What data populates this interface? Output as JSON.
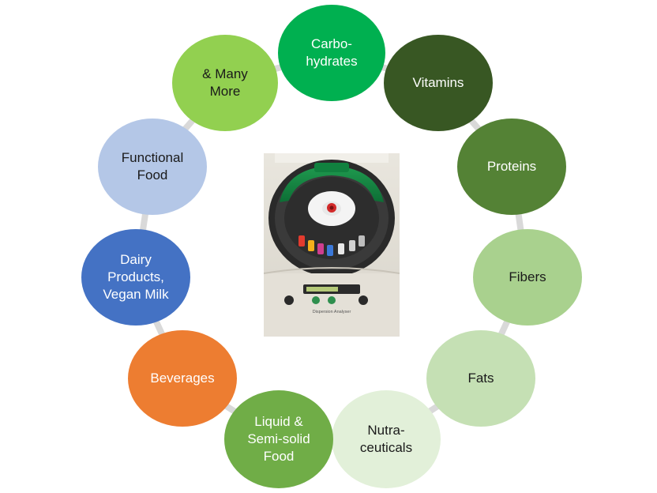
{
  "diagram": {
    "center_image": {
      "name": "dispersion-analyser-photo",
      "panel_label": "Dispersion Analyser"
    },
    "nodes": [
      {
        "id": "carbohydrates",
        "label": "Carbo-\nhydrates",
        "color": "#00B050",
        "text_color": "#ffffff"
      },
      {
        "id": "vitamins",
        "label": "Vitamins",
        "color": "#385723",
        "text_color": "#ffffff"
      },
      {
        "id": "proteins",
        "label": "Proteins",
        "color": "#548235",
        "text_color": "#ffffff"
      },
      {
        "id": "fibers",
        "label": "Fibers",
        "color": "#A9D18E",
        "text_color": "#1a1a1a"
      },
      {
        "id": "fats",
        "label": "Fats",
        "color": "#C5E0B4",
        "text_color": "#1a1a1a"
      },
      {
        "id": "nutraceuticals",
        "label": "Nutra-\nceuticals",
        "color": "#E2F0D9",
        "text_color": "#1a1a1a"
      },
      {
        "id": "liquid-food",
        "label": "Liquid &\nSemi-solid\nFood",
        "color": "#70AD47",
        "text_color": "#ffffff"
      },
      {
        "id": "beverages",
        "label": "Beverages",
        "color": "#ED7D31",
        "text_color": "#ffffff"
      },
      {
        "id": "dairy",
        "label": "Dairy\nProducts,\nVegan Milk",
        "color": "#4472C4",
        "text_color": "#ffffff"
      },
      {
        "id": "functional-food",
        "label": "Functional\nFood",
        "color": "#B4C7E7",
        "text_color": "#1a1a1a"
      },
      {
        "id": "many-more",
        "label": "& Many\nMore",
        "color": "#92D050",
        "text_color": "#1a1a1a"
      }
    ],
    "connector_color": "#d9d9d9"
  }
}
